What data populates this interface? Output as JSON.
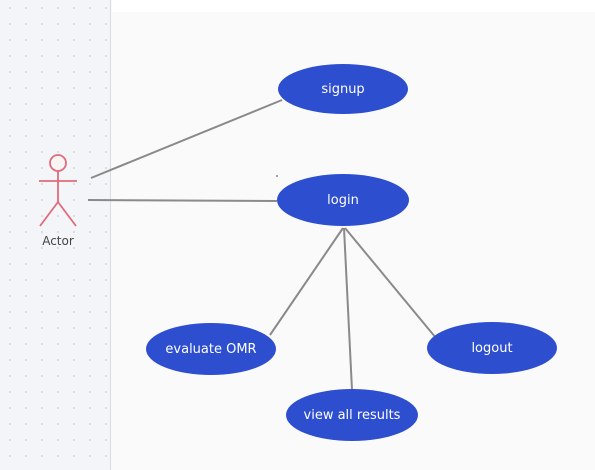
{
  "diagram": {
    "actor": {
      "label": "Actor",
      "color": "#e06c7a"
    },
    "use_cases": {
      "signup": "signup",
      "login": "login",
      "evaluate": "evaluate OMR",
      "view_results": "view all results",
      "logout": "logout"
    },
    "colors": {
      "use_case_fill": "#2e4ed0",
      "association_line": "#8a8a8a",
      "panel_background": "#f4f5f8",
      "canvas_background": "#fbfafa"
    }
  }
}
